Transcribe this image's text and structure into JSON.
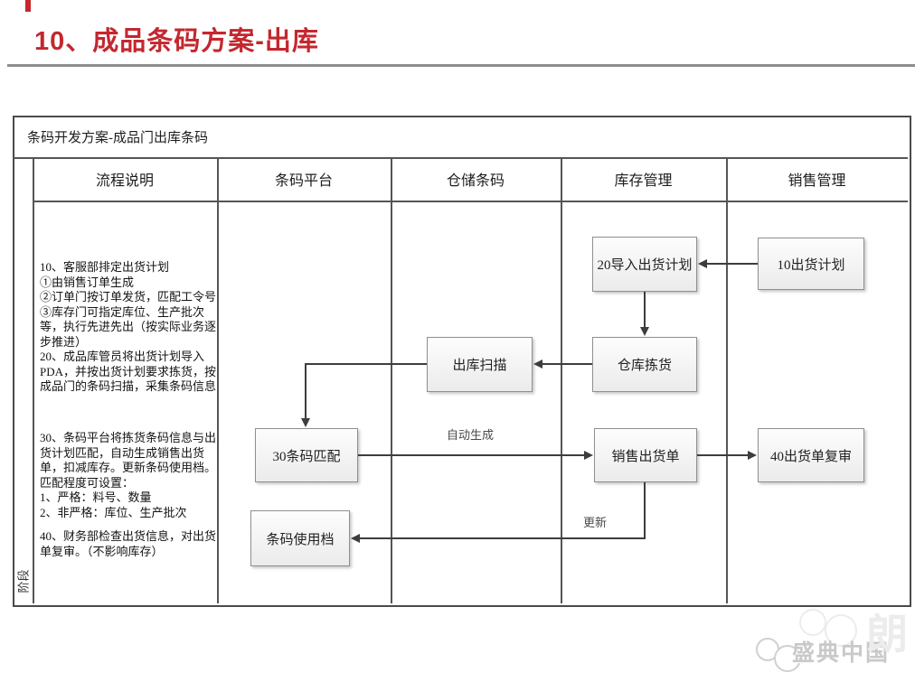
{
  "slide": {
    "title": "10、成品条码方案-出库"
  },
  "colors": {
    "accent_red": "#c4272e",
    "grid_gray": "#555555",
    "node_border": "#8f8f8f"
  },
  "table": {
    "caption": "条码开发方案-成品门出库条码",
    "stage_label": "阶段",
    "columns": [
      "流程说明",
      "条码平台",
      "仓储条码",
      "库存管理",
      "销售管理"
    ]
  },
  "notes": {
    "block1": "10、客服部排定出货计划\n①由销售订单生成\n②订单门按订单发货，匹配工令号\n③库存门可指定库位、生产批次等，执行先进先出（按实际业务逐步推进）\n20、成品库管员将出货计划导入PDA，并按出货计划要求拣货，按成品门的条码扫描，采集条码信息",
    "block2": "30、条码平台将拣货条码信息与出货计划匹配，自动生成销售出货单，扣减库存。更新条码使用档。\n匹配程度可设置：\n1、严格：料号、数量\n2、非严格：库位、生产批次",
    "block3": "40、财务部检查出货信息，对出货单复审。（不影响库存）"
  },
  "flow": {
    "boxes": [
      {
        "id": "import-ship-plan",
        "label": "20导入出货计划"
      },
      {
        "id": "ship-plan",
        "label": "10出货计划"
      },
      {
        "id": "outbound-scan",
        "label": "出库扫描"
      },
      {
        "id": "warehouse-pick",
        "label": "仓库拣货"
      },
      {
        "id": "barcode-match",
        "label": "30条码匹配"
      },
      {
        "id": "sales-ship-order",
        "label": "销售出货单"
      },
      {
        "id": "ship-order-review",
        "label": "40出货单复审"
      },
      {
        "id": "barcode-usage-archive",
        "label": "条码使用档"
      }
    ],
    "labels": {
      "auto_generate": "自动生成",
      "update": "更新"
    }
  },
  "watermark": {
    "brand": "盛典中国",
    "ghost": "朗"
  }
}
